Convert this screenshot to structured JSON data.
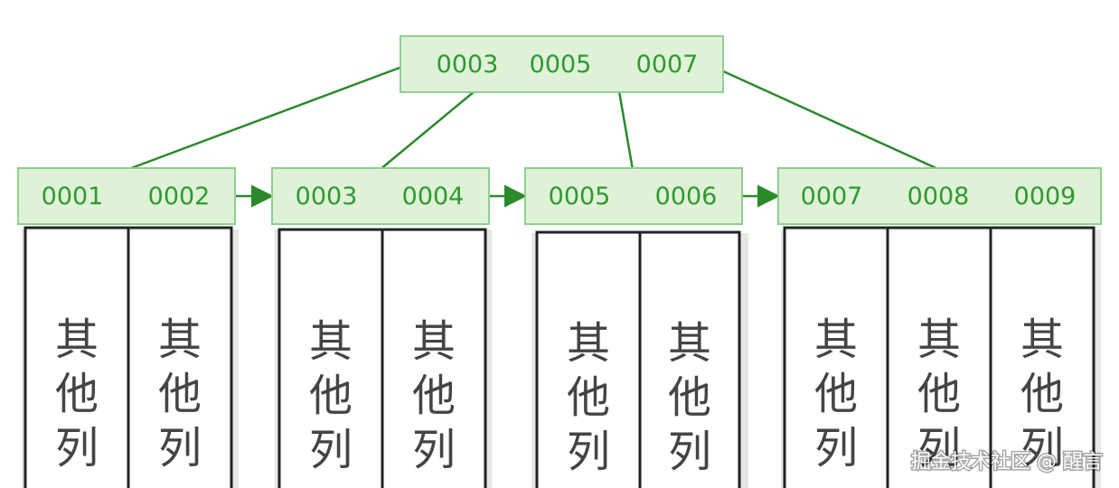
{
  "root": {
    "keys": [
      "0003",
      "0005",
      "0007"
    ]
  },
  "leaves": [
    {
      "keys": [
        "0001",
        "0002"
      ]
    },
    {
      "keys": [
        "0003",
        "0004"
      ]
    },
    {
      "keys": [
        "0005",
        "0006"
      ]
    },
    {
      "keys": [
        "0007",
        "0008",
        "0009"
      ]
    }
  ],
  "column_text": [
    "其",
    "他",
    "列"
  ],
  "watermark": "掘金技术社区 @ 醒言",
  "colors": {
    "node_fill": "#dff2d8",
    "node_border": "#8fd08f",
    "key_text": "#2e9a2e",
    "edge": "#2a8a2a"
  }
}
